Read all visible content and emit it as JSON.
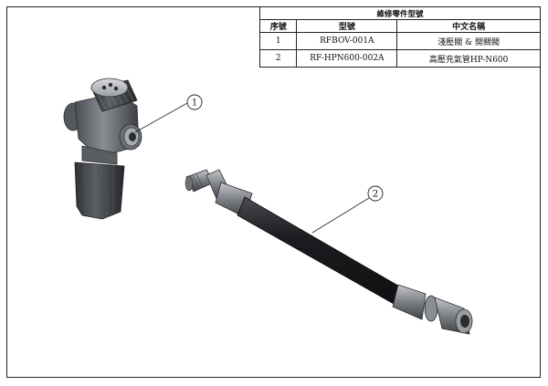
{
  "parts_table": {
    "title": "維修零件型號",
    "headers": {
      "no": "序號",
      "model": "型號",
      "name": "中文名稱"
    },
    "rows": [
      {
        "no": "1",
        "model": "RFBOV-001A",
        "name": "淺壓閥 & 開關閥"
      },
      {
        "no": "2",
        "model": "RF-HPN600-002A",
        "name": "高壓充氣管HP-N600"
      }
    ]
  },
  "balloons": {
    "part1": "1",
    "part2": "2"
  },
  "colors": {
    "body_dark": "#3a3d42",
    "body_mid": "#6c7077",
    "body_light": "#a9adb3",
    "hose": "#1e1f22",
    "metal": "#8d9096",
    "line": "#222222"
  }
}
